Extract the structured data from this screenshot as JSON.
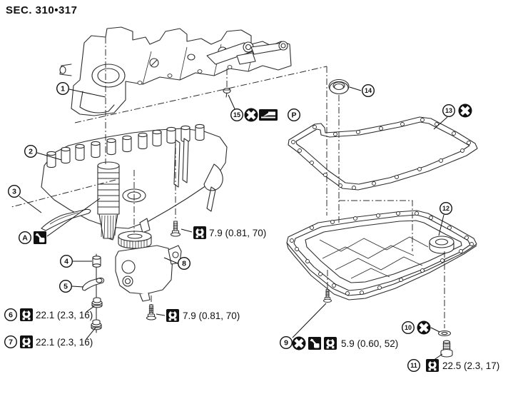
{
  "page": {
    "title": "SEC. 310•317",
    "background": "#ffffff",
    "line_color": "#2d2d2d"
  },
  "callouts": {
    "c1": "1",
    "c2": "2",
    "c3": "3",
    "c4": "4",
    "c5": "5",
    "c6": "6",
    "c7": "7",
    "c8": "8",
    "c9": "9",
    "c10": "10",
    "c11": "11",
    "c12": "12",
    "c13": "13",
    "c14": "14",
    "c15": "15",
    "cA": "A",
    "cP": "P"
  },
  "torque_specs": {
    "strainer_bolt_upper": "7.9 (0.81, 70)",
    "strainer_bolt_lower": "7.9 (0.81, 70)",
    "lock_nut_6": "22.1 (2.3, 16)",
    "lock_nut_7": "22.1 (2.3, 16)",
    "oil_pan_bolt": "5.9 (0.60, 52)",
    "drain_plug": "22.5 (2.3, 17)"
  },
  "symbols": {
    "do_not_reuse": "x-in-black-circle",
    "torque": "torque-wrench-black-square",
    "apply_grease": "grease-tube-black-square",
    "apply_sealant": "sealant-bead-black-rect",
    "genuine_part": "P-in-circle"
  },
  "colors": {
    "icon_fill": "#111111",
    "icon_glyph": "#ffffff"
  }
}
